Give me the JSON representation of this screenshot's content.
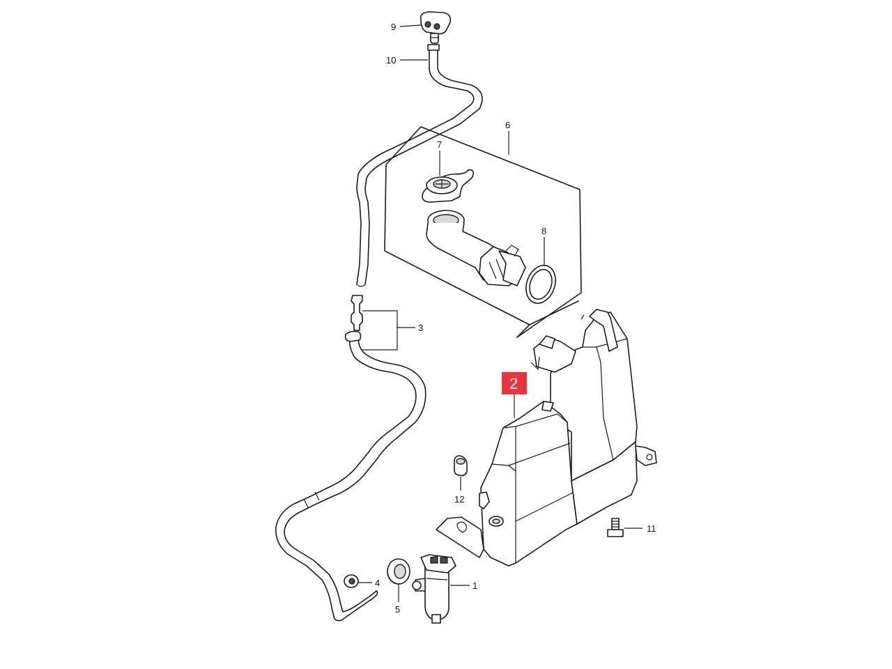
{
  "callouts": {
    "c1": "1",
    "c2": "2",
    "c3": "3",
    "c4": "4",
    "c5": "5",
    "c6": "6",
    "c7": "7",
    "c8": "8",
    "c9": "9",
    "c10": "10",
    "c11": "11",
    "c12": "12"
  },
  "highlight": {
    "color": "#e8343c",
    "text_color": "#ffffff"
  },
  "line_color": "#1a1a1a",
  "background": "#ffffff"
}
